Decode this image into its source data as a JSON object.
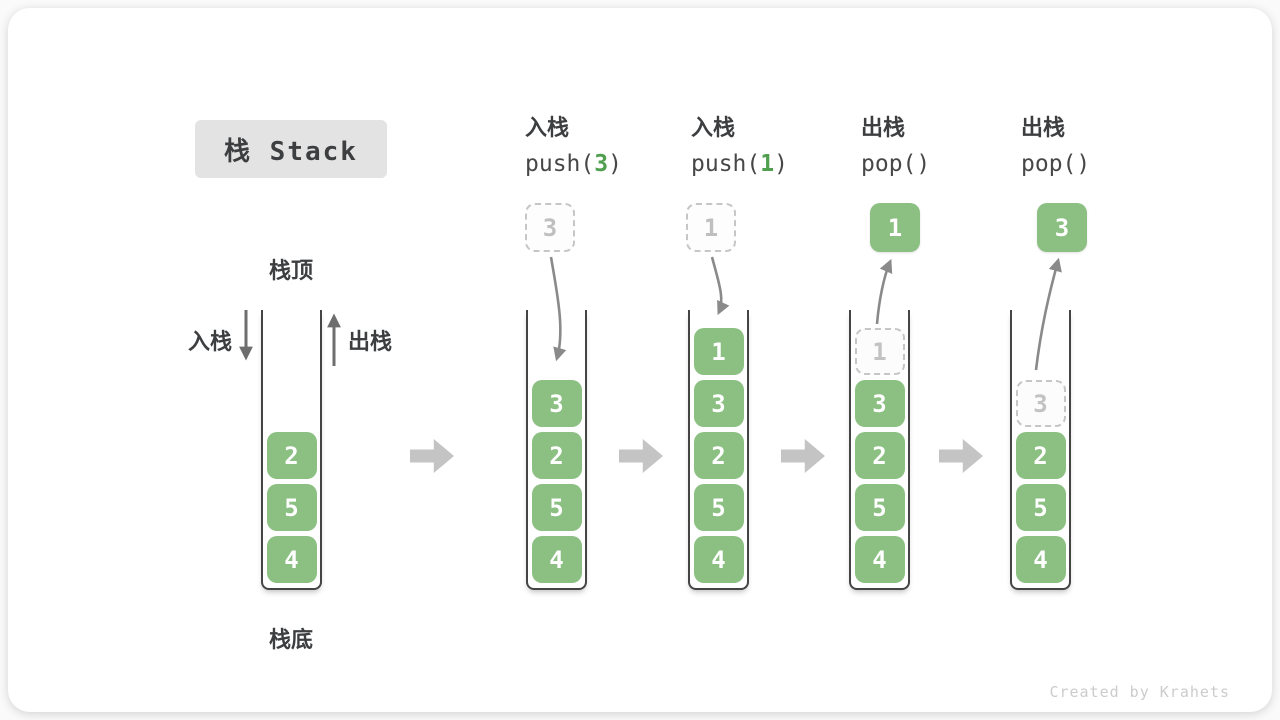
{
  "title": "栈 Stack",
  "watermark": "Created by Krahets",
  "labels": {
    "stack_top": "栈顶",
    "stack_bottom": "栈底",
    "push_side": "入栈",
    "pop_side": "出栈"
  },
  "operations": [
    {
      "name": "入栈",
      "code_pre": "push(",
      "code_arg": "3",
      "code_post": ")"
    },
    {
      "name": "入栈",
      "code_pre": "push(",
      "code_arg": "1",
      "code_post": ")"
    },
    {
      "name": "出栈",
      "code_pre": "pop(",
      "code_arg": "",
      "code_post": ")"
    },
    {
      "name": "出栈",
      "code_pre": "pop(",
      "code_arg": "",
      "code_post": ")"
    }
  ],
  "floating_boxes": [
    {
      "value": "3",
      "style": "dashed",
      "meaning": "element being pushed"
    },
    {
      "value": "1",
      "style": "dashed",
      "meaning": "element being pushed"
    },
    {
      "value": "1",
      "style": "solid",
      "meaning": "element popped out"
    },
    {
      "value": "3",
      "style": "solid",
      "meaning": "element popped out"
    }
  ],
  "stacks": [
    {
      "state": "initial",
      "cells": [
        "2",
        "5",
        "4"
      ]
    },
    {
      "state": "after-push-3",
      "cells": [
        "3",
        "2",
        "5",
        "4"
      ]
    },
    {
      "state": "after-push-1",
      "cells": [
        "1",
        "3",
        "2",
        "5",
        "4"
      ]
    },
    {
      "state": "after-pop-1",
      "ghost": "1",
      "cells": [
        "3",
        "2",
        "5",
        "4"
      ]
    },
    {
      "state": "after-pop-3",
      "ghost": "3",
      "cells": [
        "2",
        "5",
        "4"
      ]
    }
  ],
  "colors": {
    "cell_green": "#8bc082",
    "code_arg_green": "#4f9f4f",
    "arrow_gray": "#8a8a8a",
    "side_arrow_gray": "#6e6e6e",
    "chevron_gray": "#c4c4c4",
    "ghost_border": "#c6c6c6",
    "ghost_text": "#c2c2c2",
    "title_bg": "#e3e3e3",
    "text_dark": "#3c3e40",
    "container_border": "#454545",
    "watermark_gray": "#cccccc"
  }
}
